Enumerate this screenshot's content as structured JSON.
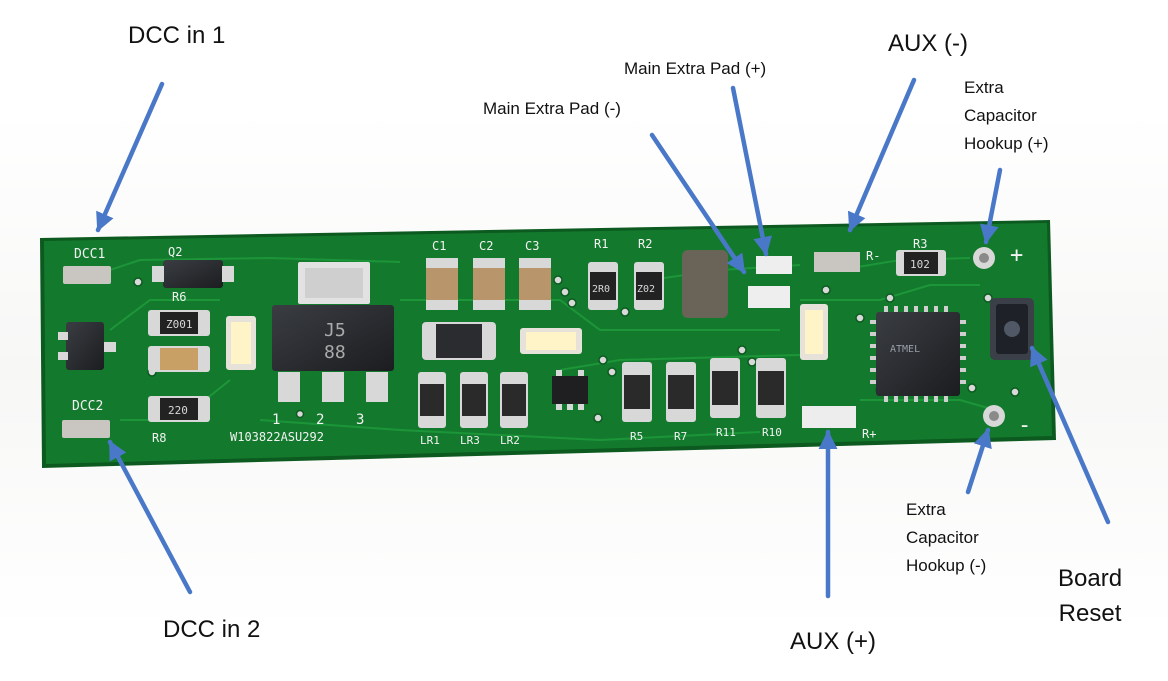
{
  "labels": {
    "dcc_in_1": "DCC in 1",
    "dcc_in_2": "DCC in 2",
    "aux_minus": "AUX (-)",
    "aux_plus": "AUX (+)",
    "main_extra_pad_plus": "Main Extra Pad (+)",
    "main_extra_pad_minus": "Main Extra Pad (-)",
    "extra_cap_plus": [
      "Extra",
      "Capacitor",
      "Hookup (+)"
    ],
    "extra_cap_minus": [
      "Extra",
      "Capacitor",
      "Hookup (-)"
    ],
    "board_reset": [
      "Board",
      "Reset"
    ]
  },
  "silkscreen": {
    "dcc1": "DCC1",
    "dcc2": "DCC2",
    "q2": "Q2",
    "r6": "R6",
    "r8": "R8",
    "c1": "C1",
    "c2": "C2",
    "c3": "C3",
    "r1": "R1",
    "r2": "R2",
    "r3": "R3",
    "r5": "R5",
    "r7": "R7",
    "r11": "R11",
    "r10": "R10",
    "lr1": "LR1",
    "lr3": "LR3",
    "lr2": "LR2",
    "r_minus": "R-",
    "r_plus": "R+",
    "reg_name": "J5",
    "reg_code": "88",
    "pin_1": "1",
    "pin_2": "2",
    "pin_3": "3",
    "serial": "W103822ASU292",
    "plus_sign": "+",
    "minus_sign": "-",
    "res_z001": "Z001",
    "res_220": "220",
    "res_r1": "2R0",
    "res_r2": "Z02",
    "res_r3": "102",
    "chip_marking": "ATMEL"
  },
  "colors": {
    "pcb": "#137a2d",
    "pcb_edge": "#0c5a1f",
    "arrow": "#4a78c8",
    "pad": "#c9c5c0",
    "led": "#fff4c8"
  }
}
